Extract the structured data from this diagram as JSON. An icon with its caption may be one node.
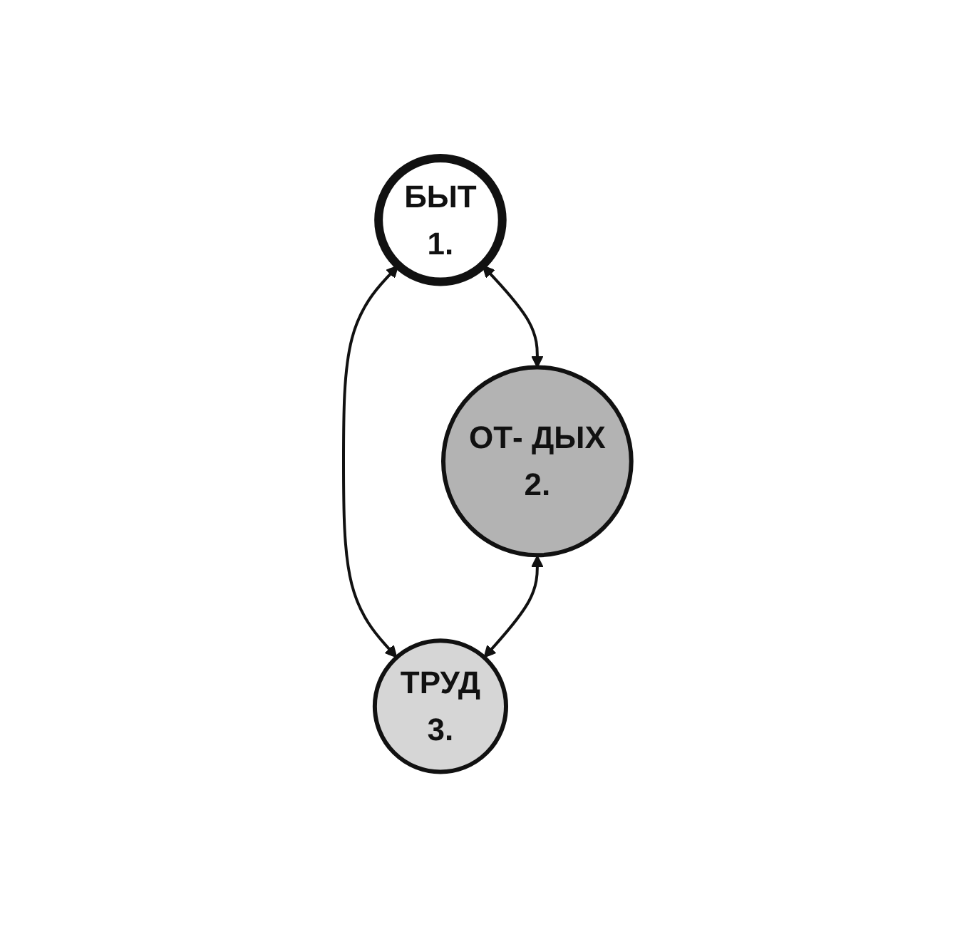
{
  "diagram": {
    "nodes": [
      {
        "text": [
          "БЫТ",
          "1."
        ]
      },
      {
        "text": [
          "ОТ- ДЫХ",
          "2."
        ]
      },
      {
        "text": [
          "ТРУД",
          "3."
        ]
      }
    ],
    "edges": [
      {
        "from": 0,
        "to": 1,
        "arrow": "both"
      },
      {
        "from": 0,
        "to": 2,
        "arrow": "both"
      },
      {
        "from": 1,
        "to": 2,
        "arrow": "both"
      }
    ]
  }
}
